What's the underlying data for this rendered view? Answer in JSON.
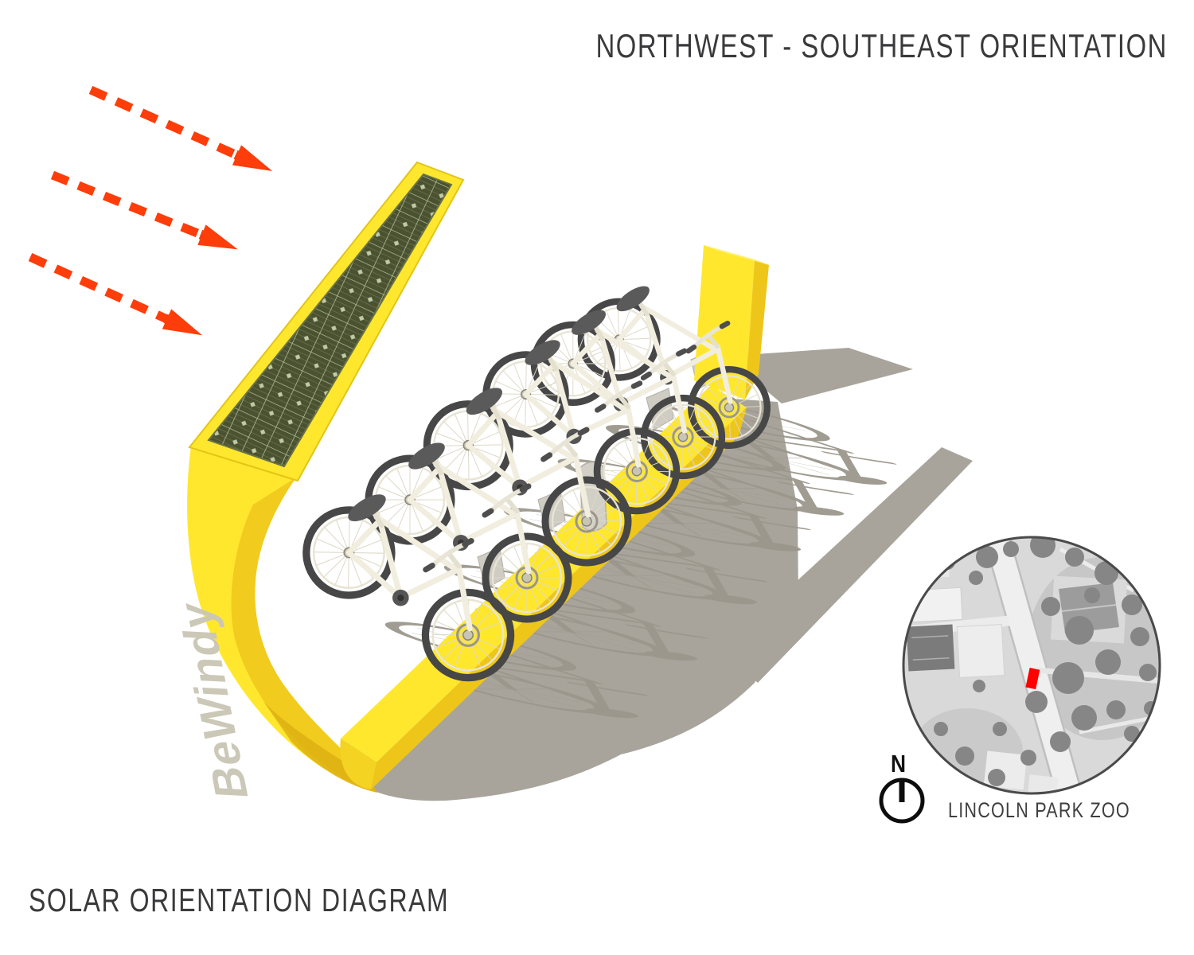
{
  "titles": {
    "top_right": "NORTHWEST - SOUTHEAST ORIENTATION",
    "bottom_left": "SOLAR ORIENTATION DIAGRAM",
    "color": "#3a3a3c"
  },
  "sun_arrows": {
    "count": 3,
    "color": "#fd3d0a",
    "meaning": "sunlight direction from northwest"
  },
  "structure": {
    "brand": "BeWindy",
    "brand_color": "#cac6b5",
    "bike_count": 6,
    "canopy_yellow": "#ffe72e",
    "yellow_shade": "#eec61a",
    "yellow_dark": "#dcae10",
    "solar_panel": "#4a5231",
    "panel_grid": "#bcc79f",
    "bike_frame": "#f2eedf",
    "tire": "#4a4a4a",
    "saddle": "#5a5a5a",
    "dock_gray": "#d2cfc6",
    "shadow_gray": "#a8a49b"
  },
  "map": {
    "label": "LINCOLN PARK ZOO",
    "compass": "N",
    "marker_color": "#ff0000",
    "land": "#d9d9d9",
    "road": "#efefef",
    "trees": "#868686",
    "buildings": "#efefef"
  }
}
